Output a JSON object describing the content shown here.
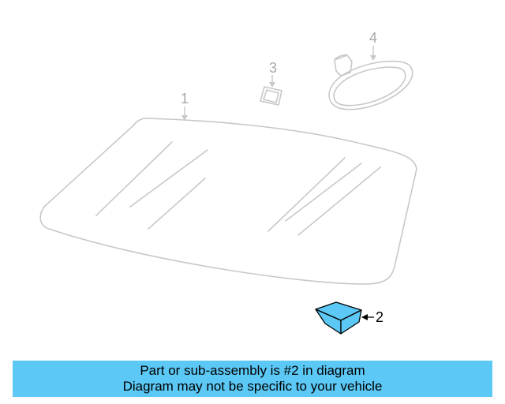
{
  "diagram": {
    "callouts": {
      "windshield": "1",
      "bracket": "2",
      "sensor_pad": "3",
      "mirror": "4"
    },
    "colors": {
      "ghost_line": "#c8c8c8",
      "ghost_text": "#a8a8a8",
      "highlight_fill": "#5bc8f5",
      "highlight_line": "#000000"
    }
  },
  "banner": {
    "line1": "Part or sub-assembly is #2 in diagram",
    "line2": "Diagram may not be specific to your vehicle",
    "background": "#5bc8f5"
  }
}
